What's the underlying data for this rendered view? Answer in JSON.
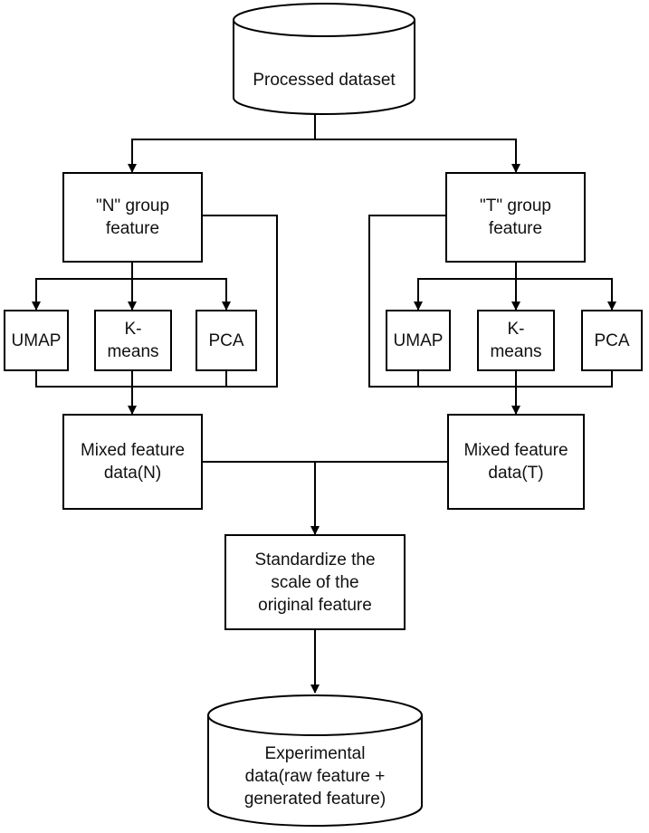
{
  "nodes": {
    "processed_dataset": "Processed dataset",
    "n_group": "\"N\" group\nfeature",
    "t_group": "\"T\" group\nfeature",
    "n_umap": "UMAP",
    "n_kmeans": "K-\nmeans",
    "n_pca": "PCA",
    "t_umap": "UMAP",
    "t_kmeans": "K-\nmeans",
    "t_pca": "PCA",
    "mixed_n": "Mixed feature\ndata(N)",
    "mixed_t": "Mixed feature\ndata(T)",
    "standardize": "Standardize the\nscale of the\noriginal feature",
    "experimental": "Experimental\ndata(raw feature +\ngenerated feature)"
  },
  "colors": {
    "stroke": "#000000",
    "fill": "#ffffff",
    "text": "#111111"
  }
}
